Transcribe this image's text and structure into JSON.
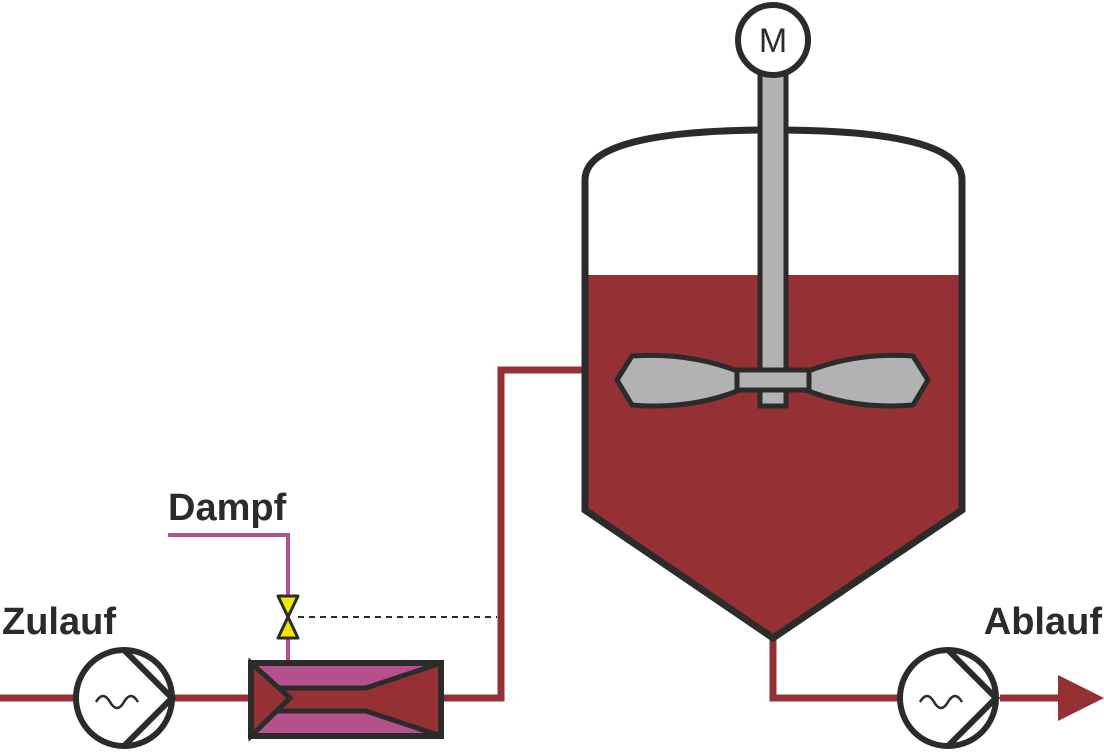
{
  "labels": {
    "inlet": "Zulauf",
    "steam": "Dampf",
    "outlet": "Ablauf",
    "motor": "M"
  },
  "colors": {
    "liquid": "#953034",
    "steam": "#b4508c",
    "outline": "#2b2b2b",
    "agitator": "#b2b2b2",
    "valve": "#f2e600",
    "background": "#ffffff"
  },
  "icons": {
    "motor": "motor-icon",
    "inlet_pump": "pump-icon",
    "outlet_pump": "pump-icon",
    "steam_valve": "valve-icon",
    "heat_exchanger": "heat-exchanger-icon",
    "vessel": "vessel-icon",
    "agitator": "agitator-icon",
    "flow_arrow": "arrow-right-icon"
  }
}
